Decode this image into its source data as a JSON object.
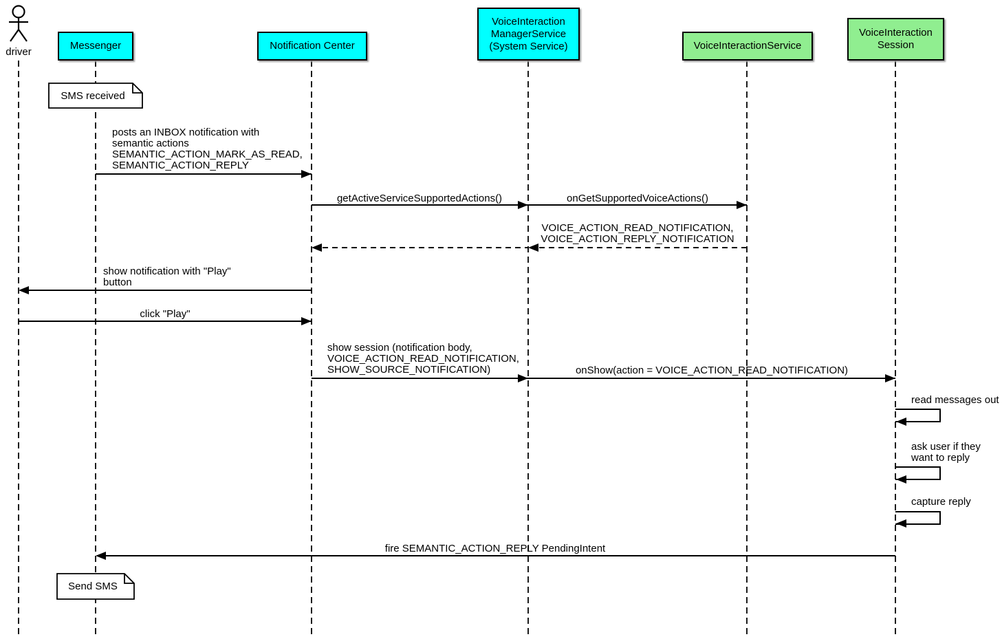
{
  "colors": {
    "participant_cyan": "#00FFFF",
    "participant_green": "#90EE90",
    "line_black": "#000000",
    "background_white": "#FFFFFF"
  },
  "actor": {
    "name": "driver"
  },
  "participants": [
    {
      "id": "messenger",
      "label": "Messenger",
      "color": "#00FFFF"
    },
    {
      "id": "notification-center",
      "label": "Notification Center",
      "color": "#00FFFF"
    },
    {
      "id": "voice-interaction-manager-service",
      "label": "VoiceInteraction\nManagerService\n(System Service)",
      "color": "#00FFFF"
    },
    {
      "id": "voice-interaction-service",
      "label": "VoiceInteractionService",
      "color": "#90EE90"
    },
    {
      "id": "voice-interaction-session",
      "label": "VoiceInteraction\nSession",
      "color": "#90EE90"
    }
  ],
  "notes": [
    {
      "attached_to": "Messenger",
      "text": "SMS received"
    },
    {
      "attached_to": "Messenger",
      "text": "Send SMS"
    }
  ],
  "messages": [
    {
      "from": "Messenger",
      "to": "Notification Center",
      "type": "solid",
      "text": "posts an INBOX notification with\nsemantic actions\nSEMANTIC_ACTION_MARK_AS_READ,\nSEMANTIC_ACTION_REPLY"
    },
    {
      "from": "Notification Center",
      "to": "VoiceInteractionManagerService",
      "type": "solid",
      "text": "getActiveServiceSupportedActions()"
    },
    {
      "from": "VoiceInteractionManagerService",
      "to": "VoiceInteractionService",
      "type": "solid",
      "text": "onGetSupportedVoiceActions()"
    },
    {
      "from": "VoiceInteractionService",
      "to": "VoiceInteractionManagerService",
      "type": "return-dashed",
      "text": "VOICE_ACTION_READ_NOTIFICATION,\nVOICE_ACTION_REPLY_NOTIFICATION"
    },
    {
      "from": "VoiceInteractionManagerService",
      "to": "Notification Center",
      "type": "return-dashed",
      "text": ""
    },
    {
      "from": "Notification Center",
      "to": "driver",
      "type": "solid",
      "text": "show notification with \"Play\"\nbutton"
    },
    {
      "from": "driver",
      "to": "Notification Center",
      "type": "solid",
      "text": "click \"Play\""
    },
    {
      "from": "Notification Center",
      "to": "VoiceInteractionManagerService",
      "type": "solid",
      "text": "show session (notification body,\nVOICE_ACTION_READ_NOTIFICATION,\nSHOW_SOURCE_NOTIFICATION)"
    },
    {
      "from": "VoiceInteractionManagerService",
      "to": "VoiceInteractionSession",
      "type": "solid",
      "text": "onShow(action = VOICE_ACTION_READ_NOTIFICATION)"
    },
    {
      "from": "VoiceInteractionSession",
      "to": "VoiceInteractionSession",
      "type": "self",
      "text": "read messages out"
    },
    {
      "from": "VoiceInteractionSession",
      "to": "VoiceInteractionSession",
      "type": "self",
      "text": "ask user if they\nwant to reply"
    },
    {
      "from": "VoiceInteractionSession",
      "to": "VoiceInteractionSession",
      "type": "self",
      "text": "capture reply"
    },
    {
      "from": "VoiceInteractionSession",
      "to": "Messenger",
      "type": "solid",
      "text": "fire SEMANTIC_ACTION_REPLY PendingIntent"
    }
  ]
}
